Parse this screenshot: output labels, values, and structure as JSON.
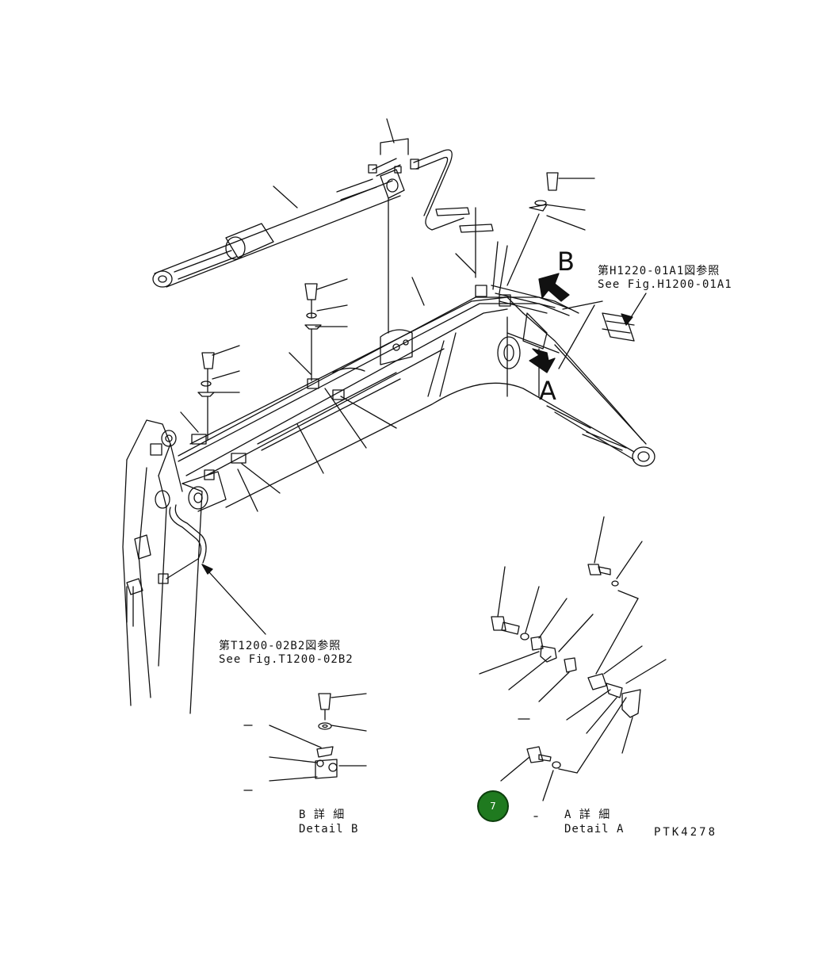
{
  "drawing": {
    "callout_b_letter": "B",
    "callout_a_letter": "A",
    "ref_h_jp": "第H1220-01A1図参照",
    "ref_h_en": "See Fig.H1200-01A1",
    "ref_t_jp": "第T1200-02B2図参照",
    "ref_t_en": "See Fig.T1200-02B2",
    "detail_b_jp": "B 詳 細",
    "detail_b_en": "Detail B",
    "detail_a_jp": "A 詳 細",
    "detail_a_en": "Detail A",
    "drawing_number": "PTK4278"
  },
  "hotspot": {
    "label": "7",
    "color": "#1f7a1f"
  }
}
